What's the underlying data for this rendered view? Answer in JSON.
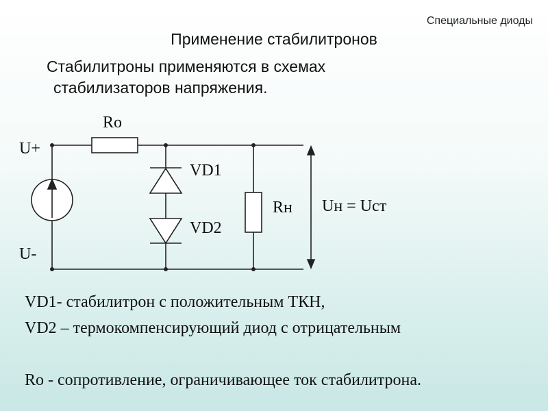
{
  "slide": {
    "topic": "Специальные диоды",
    "title": "Применение стабилитронов",
    "intro_line1": "Стабилитроны применяются в схемах",
    "intro_line2": "стабилизаторов напряжения."
  },
  "circuit": {
    "labels": {
      "ro": "Ro",
      "u_plus": "U+",
      "u_minus": "U-",
      "vd1": "VD1",
      "vd2": "VD2",
      "rn": "Rн",
      "un_eq": "Uн = Uст"
    }
  },
  "notes": {
    "line1": "VD1- стабилитрон с положительным ТКН,",
    "line2": "VD2 – термокомпенсирующий диод с отрицательным",
    "line3": "Ro  - сопротивление, ограничивающее ток стабилитрона."
  }
}
